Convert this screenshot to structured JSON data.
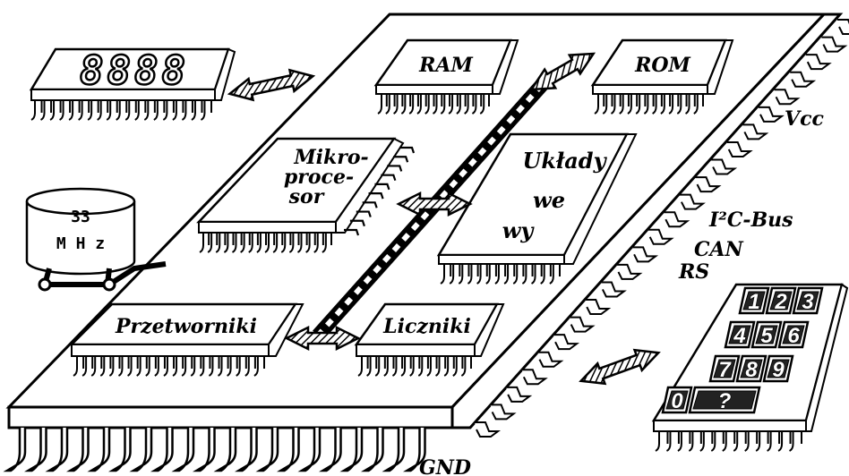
{
  "chips": {
    "ram": "RAM",
    "rom": "ROM",
    "cpu": [
      "Mikro-",
      "proce-",
      "sor"
    ],
    "io": [
      "Układy",
      "we",
      "wy"
    ],
    "adc": "Przetworniki",
    "counters": "Liczniki"
  },
  "display_digits": "8888",
  "oscillator": {
    "freq": "33",
    "unit": "M H z"
  },
  "pins": {
    "vcc": "Vcc",
    "i2c": "I²C-Bus",
    "can": "CAN",
    "rs": "RS",
    "gnd": "GND"
  },
  "keypad": {
    "keys": [
      "1",
      "2",
      "3",
      "4",
      "5",
      "6",
      "7",
      "8",
      "9",
      "0",
      "?"
    ]
  }
}
